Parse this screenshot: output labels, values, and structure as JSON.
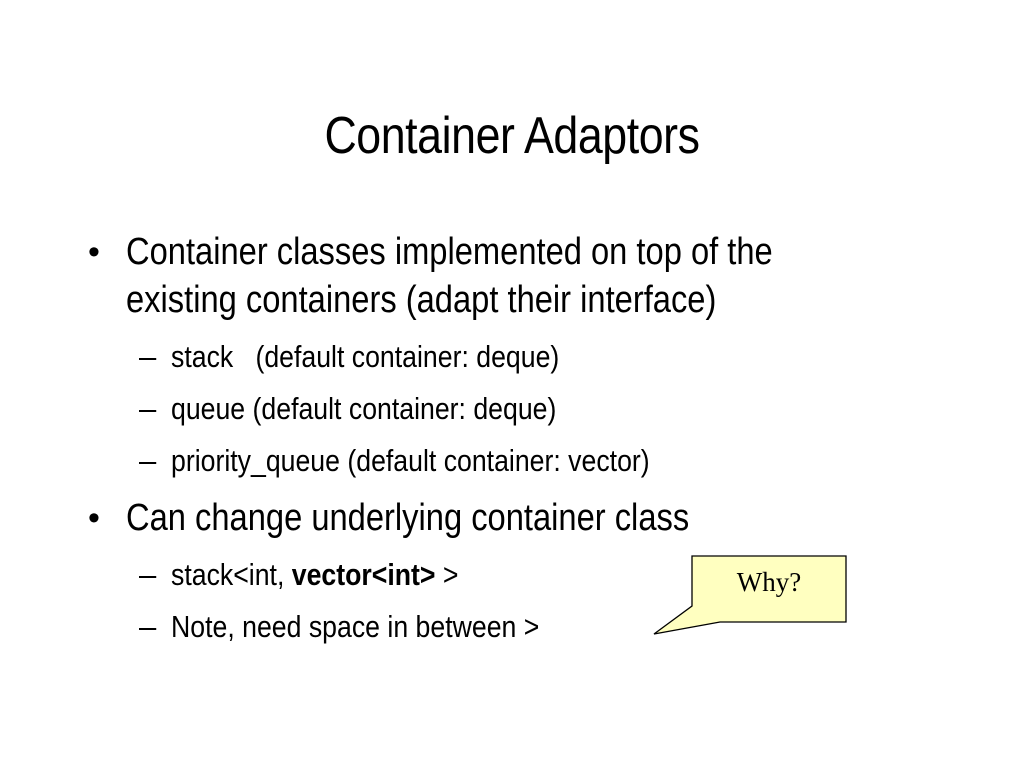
{
  "slide": {
    "title": "Container Adaptors",
    "bullets": [
      {
        "mark": "•",
        "lines": [
          "Container classes implemented on top of the",
          "existing containers (adapt their interface)"
        ]
      },
      {
        "mark": "•",
        "lines": [
          "Can change underlying container class"
        ]
      }
    ],
    "sub_items": {
      "stack": "stack   (default container: deque)",
      "queue": "queue (default container: deque)",
      "priority_queue": "priority_queue (default container: vector)",
      "example_prefix": "stack<int, ",
      "example_bold": "vector<int>",
      "example_suffix": " >",
      "note": "Note, need space in between >"
    },
    "dash": "–",
    "callout": {
      "text": "Why?",
      "fill": "#ffffc0",
      "stroke": "#000000"
    }
  }
}
